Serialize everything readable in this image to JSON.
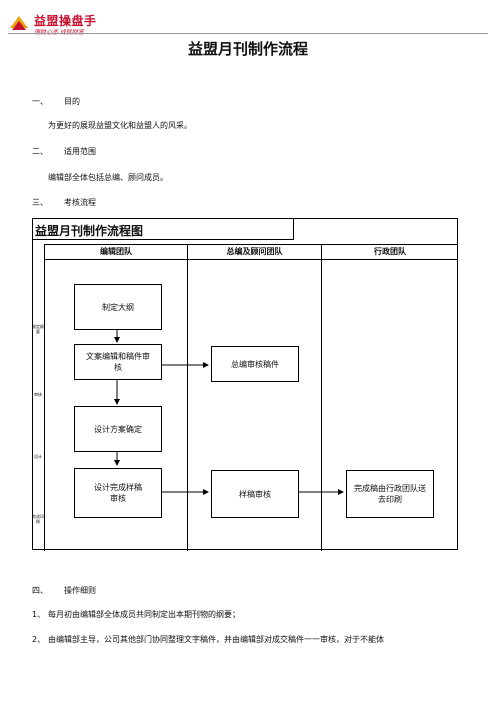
{
  "header": {
    "logo_name": "益盟操盘手",
    "logo_slogan": "理财心态 成就财富"
  },
  "document": {
    "title": "益盟月刊制作流程",
    "sections": [
      {
        "num": "一、",
        "heading": "目的",
        "body": "为更好的展现益盟文化和益盟人的风采。"
      },
      {
        "num": "二、",
        "heading": "适用范围",
        "body": "编辑部全体包括总编、顾问成员。"
      },
      {
        "num": "三、",
        "heading": "考核流程",
        "body": ""
      },
      {
        "num": "四、",
        "heading": "操作细则",
        "body": ""
      }
    ],
    "details": [
      {
        "num": "1、",
        "text": "每月初由编辑部全体成员共同制定出本期刊物的纲要；"
      },
      {
        "num": "2、",
        "text": "由编辑部主导，公司其他部门协同整理文字稿件，并由编辑部对成交稿件一一审核，对于不能体"
      }
    ]
  },
  "flowchart": {
    "title": "益盟月刊制作流程图",
    "columns": [
      "编辑团队",
      "总编及顾问团队",
      "行政团队"
    ],
    "lanes": [
      "制定纲要",
      "审核",
      "设计",
      "完成印刷"
    ],
    "boxes": {
      "outline": "制定大纲",
      "edit_review": "文案编辑和稿件审核",
      "chief_review": "总编审核稿件",
      "design": "设计方案确定",
      "design_complete": "设计完成样稿审核",
      "sample_review": "样稿审核",
      "print": "完成稿由行政团队送去印刷"
    }
  }
}
